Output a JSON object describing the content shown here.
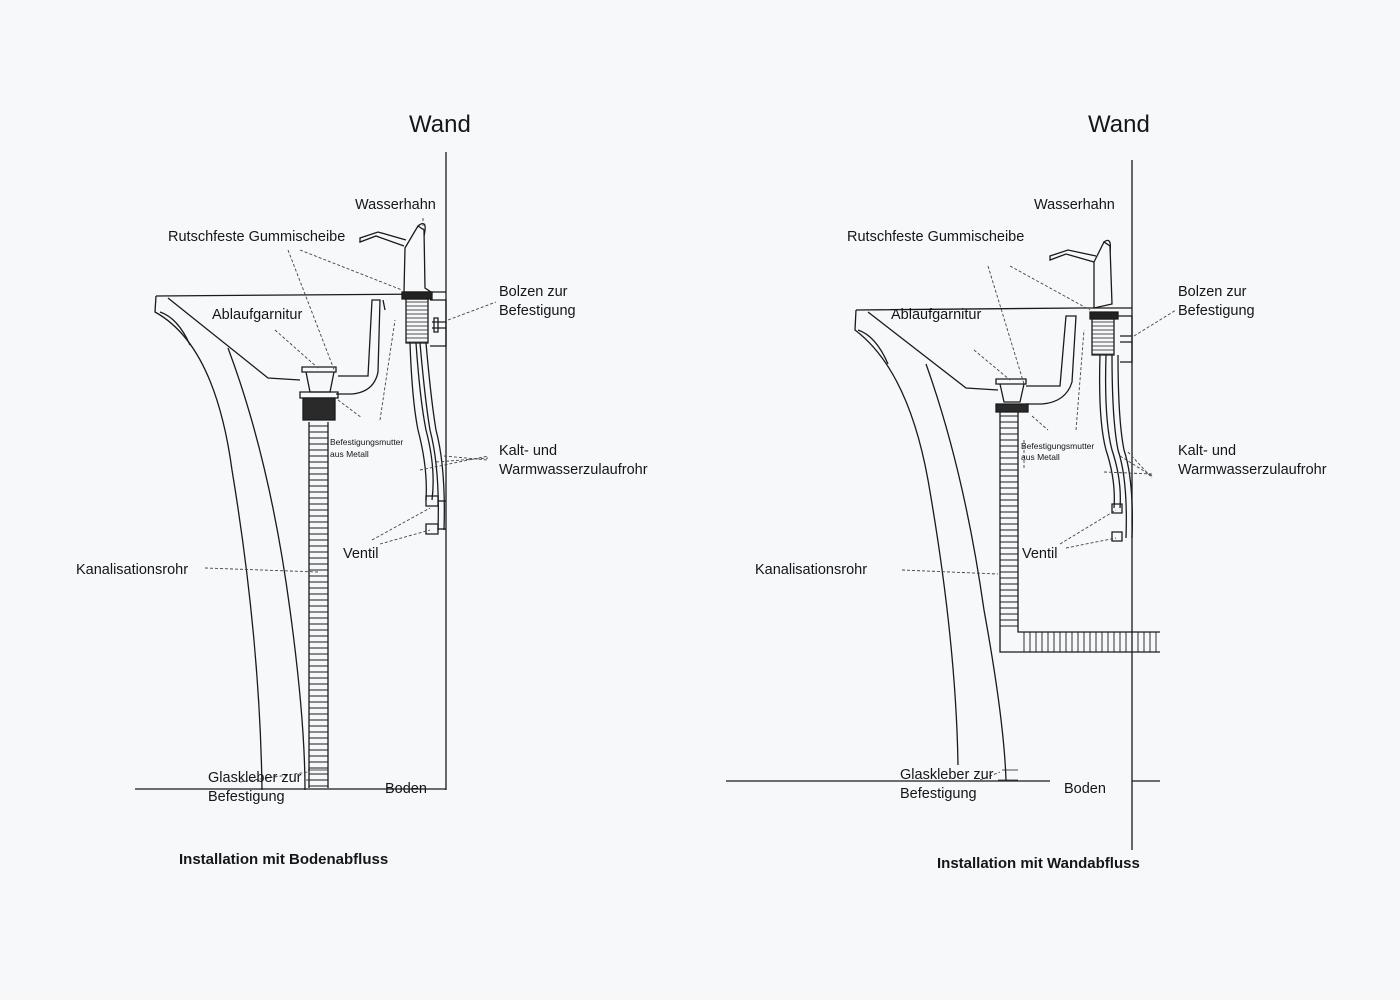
{
  "diagrams": [
    {
      "labels": {
        "wall": "Wand",
        "faucet": "Wasserhahn",
        "rubber_washer": "Rutschfeste Gummischeibe",
        "bolts_line1": "Bolzen zur",
        "bolts_line2": "Befestigung",
        "drain_set": "Ablaufgarnitur",
        "nut_line1": "Befestigungsmutter",
        "nut_line2": "aus Metall",
        "supply_line1": "Kalt- und",
        "supply_line2": "Warmwasserzulaufrohr",
        "valve": "Ventil",
        "sewer_pipe": "Kanalisationsrohr",
        "glue_line1": "Glaskleber zur",
        "glue_line2": "Befestigung",
        "floor": "Boden"
      },
      "caption": "Installation mit Bodenabfluss"
    },
    {
      "labels": {
        "wall": "Wand",
        "faucet": "Wasserhahn",
        "rubber_washer": "Rutschfeste Gummischeibe",
        "bolts_line1": "Bolzen zur",
        "bolts_line2": "Befestigung",
        "drain_set": "Ablaufgarnitur",
        "nut_line1": "Befestigungsmutter",
        "nut_line2": "aus Metall",
        "supply_line1": "Kalt- und",
        "supply_line2": "Warmwasserzulaufrohr",
        "valve": "Ventil",
        "sewer_pipe": "Kanalisationsrohr",
        "glue_line1": "Glaskleber zur",
        "glue_line2": "Befestigung",
        "floor": "Boden"
      },
      "caption": "Installation mit Wandabfluss"
    }
  ]
}
